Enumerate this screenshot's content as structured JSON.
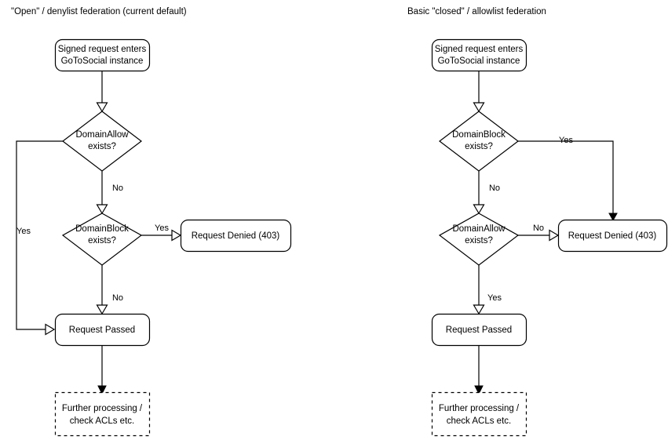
{
  "diagram": {
    "title_left": "\"Open\" / denylist federation (current default)",
    "title_right": "Basic \"closed\" / allowlist federation",
    "panels": [
      {
        "id": "open-denylist",
        "title": "\"Open\" / denylist federation (current default)",
        "nodes": {
          "entry_line1": "Signed request enters",
          "entry_line2": "GoToSocial instance",
          "decision1_line1": "DomainAllow",
          "decision1_line2": "exists?",
          "decision2_line1": "DomainBlock",
          "decision2_line2": "exists?",
          "denied": "Request Denied (403)",
          "passed": "Request Passed",
          "further_line1": "Further processing /",
          "further_line2": "check ACLs etc."
        },
        "edge_labels": {
          "decision1_no": "No",
          "decision1_yes": "Yes",
          "decision2_yes": "Yes",
          "decision2_no": "No"
        }
      },
      {
        "id": "closed-allowlist",
        "title": "Basic \"closed\" / allowlist federation",
        "nodes": {
          "entry_line1": "Signed request enters",
          "entry_line2": "GoToSocial instance",
          "decision1_line1": "DomainBlock",
          "decision1_line2": "exists?",
          "decision2_line1": "DomainAllow",
          "decision2_line2": "exists?",
          "denied": "Request Denied (403)",
          "passed": "Request Passed",
          "further_line1": "Further processing /",
          "further_line2": "check ACLs etc."
        },
        "edge_labels": {
          "decision1_yes": "Yes",
          "decision1_no": "No",
          "decision2_no": "No",
          "decision2_yes": "Yes"
        }
      }
    ],
    "colors": {
      "stroke": "#000000",
      "fill": "#ffffff",
      "text": "#000000",
      "background": "#ffffff"
    }
  }
}
